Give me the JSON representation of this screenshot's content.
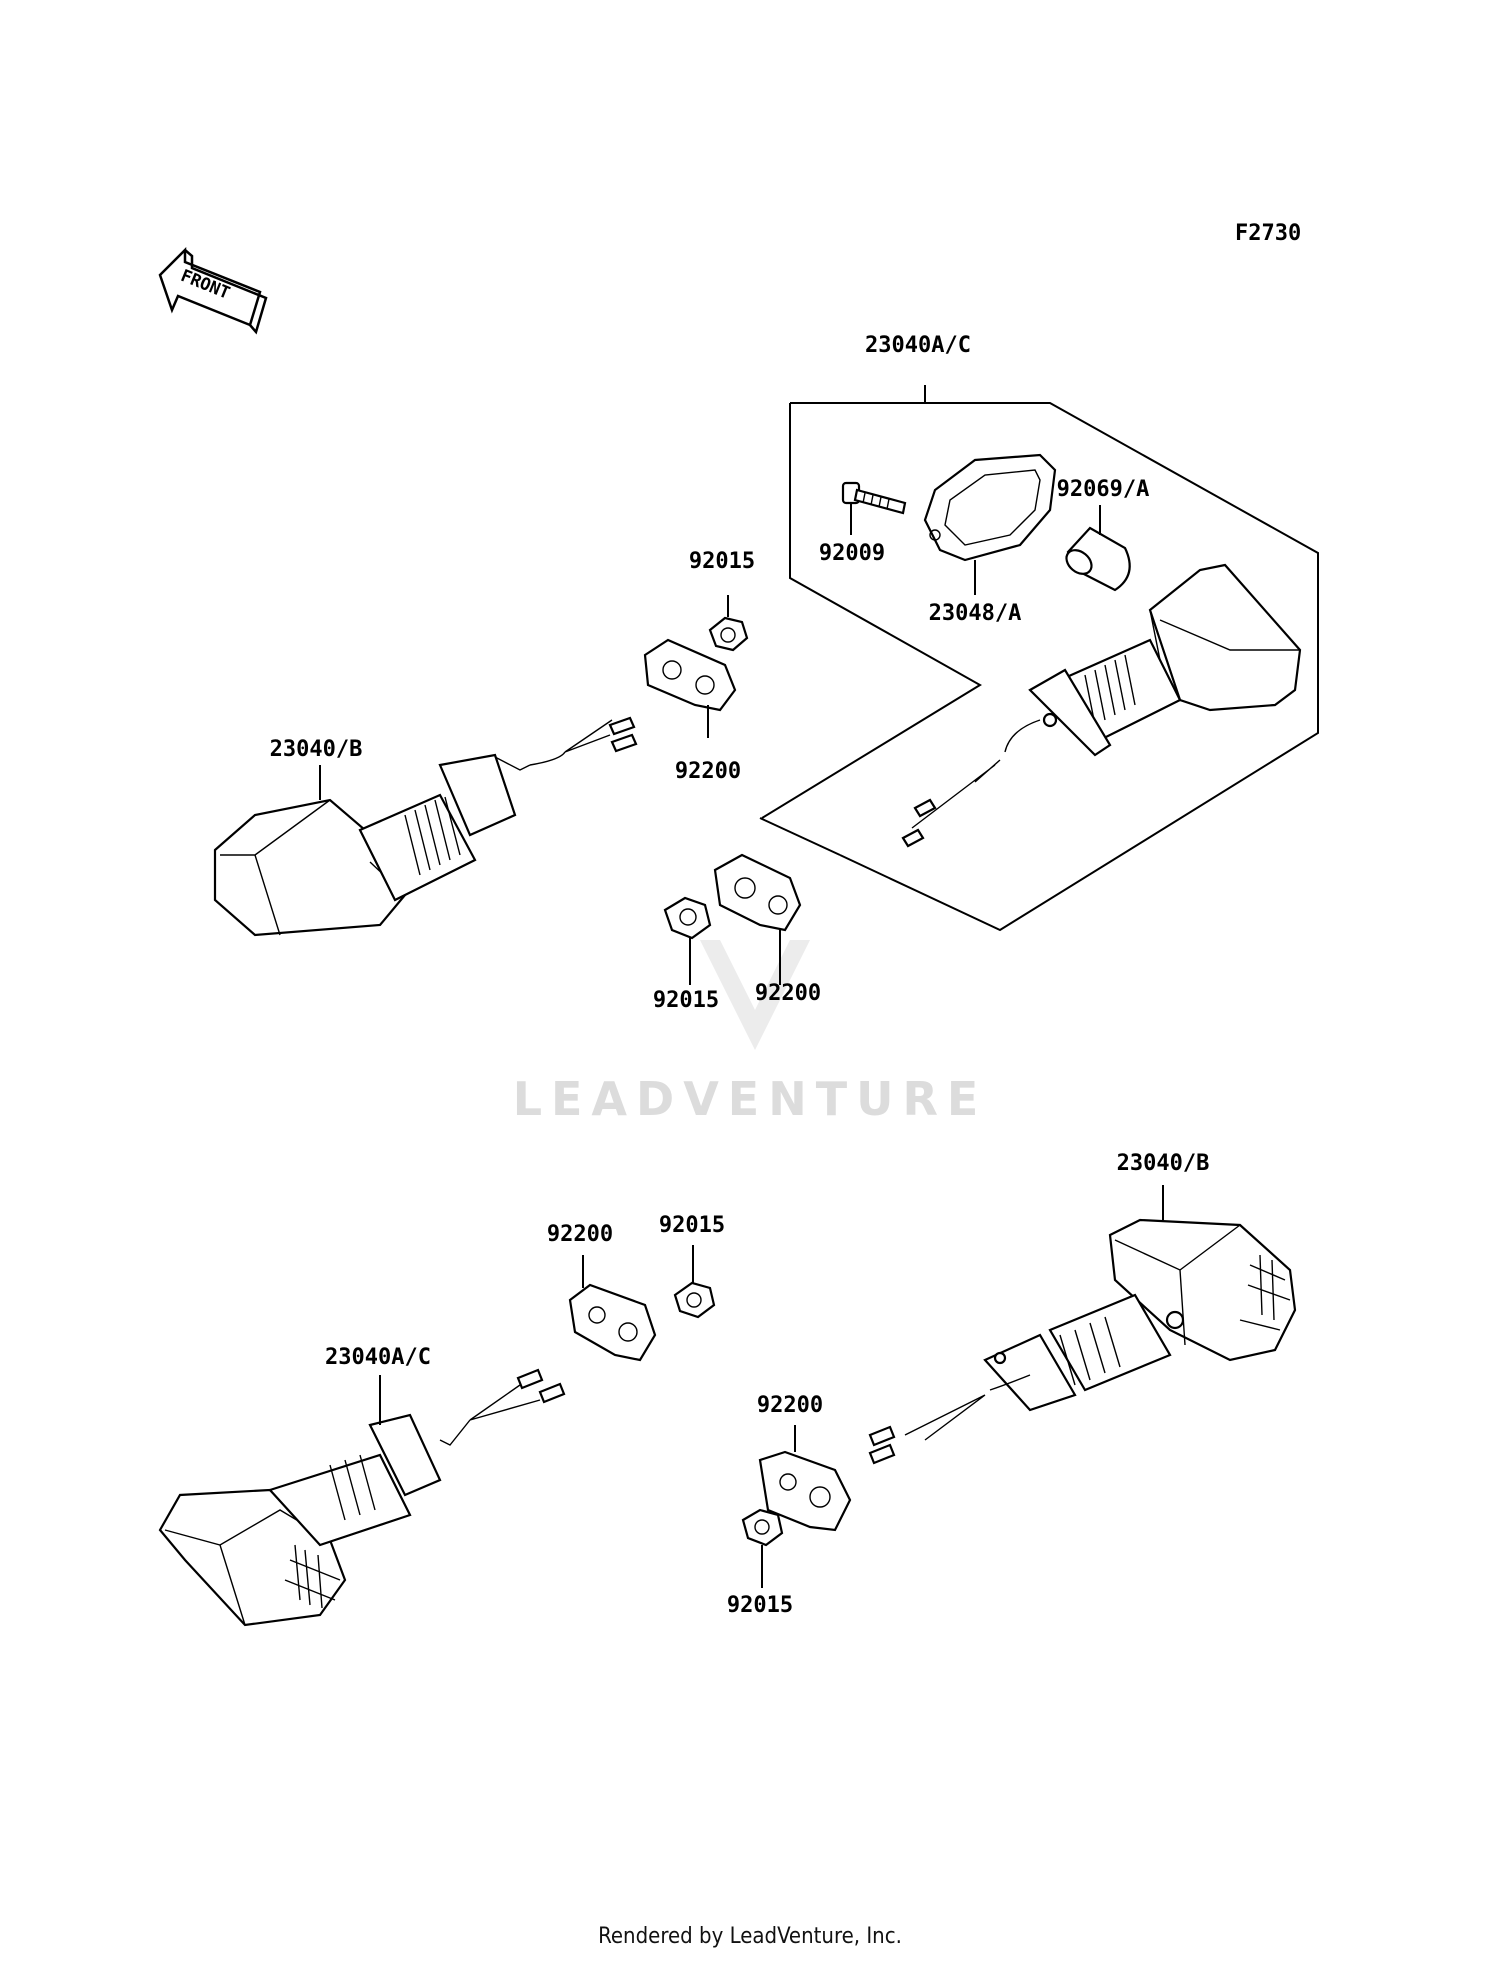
{
  "diagram": {
    "figure_code": "F2730",
    "front_label": "FRONT",
    "watermark": "LEADVENTURE",
    "footer": "Rendered by LeadVenture, Inc.",
    "callouts": {
      "c_23040AC_top": "23040A/C",
      "c_92069A": "92069/A",
      "c_92009": "92009",
      "c_23048A": "23048/A",
      "c_92015_a": "92015",
      "c_92200_a": "92200",
      "c_23040B_left": "23040/B",
      "c_92015_b": "92015",
      "c_92200_b": "92200",
      "c_23040B_right": "23040/B",
      "c_92200_c": "92200",
      "c_92015_c": "92015",
      "c_23040AC_bottom": "23040A/C",
      "c_92200_d": "92200",
      "c_92015_d": "92015"
    }
  }
}
